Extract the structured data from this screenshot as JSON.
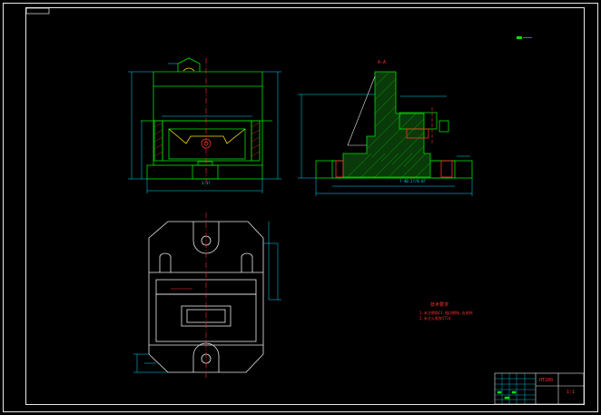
{
  "drawing": {
    "section_label": "A-A",
    "dimension_note_front": "1:1?",
    "dimension_note_side": "?-40.2?/8.0?",
    "tech_requirements": {
      "title": "技术要求",
      "line1": "1.未注倒角C1,锐边倒钝,去毛刺",
      "line2": "2.未注公差按IT14"
    },
    "title_block": {
      "drawing_code": "HT200",
      "scale_note": "1:1"
    }
  }
}
